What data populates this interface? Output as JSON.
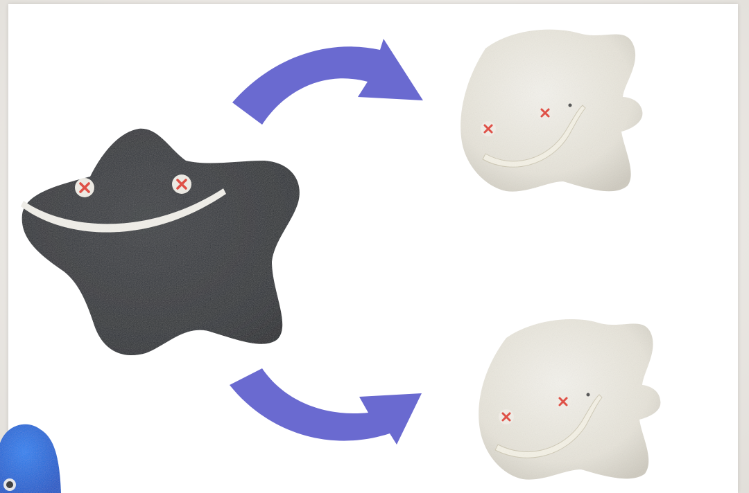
{
  "scene": {
    "caption": "",
    "colors": {
      "background": "#ebe8e4",
      "panel": "#ffffff",
      "arrow": "#6a6ad0",
      "dark_plush": "#2f3237",
      "white_plush": "#e9e6dc",
      "eye_cross": "#e23a2a",
      "blue_plush": "#1e6fe0"
    },
    "elements": [
      {
        "name": "dark-star-plush",
        "description_icon": "star-plush-icon"
      },
      {
        "name": "upper-white-plush",
        "description_icon": "tooth-plush-icon"
      },
      {
        "name": "lower-white-plush",
        "description_icon": "tooth-plush-icon"
      },
      {
        "name": "upper-arrow",
        "description_icon": "curved-arrow-icon"
      },
      {
        "name": "lower-arrow",
        "description_icon": "curved-arrow-icon"
      },
      {
        "name": "blue-plush-partial",
        "description_icon": "blob-plush-icon"
      }
    ]
  }
}
